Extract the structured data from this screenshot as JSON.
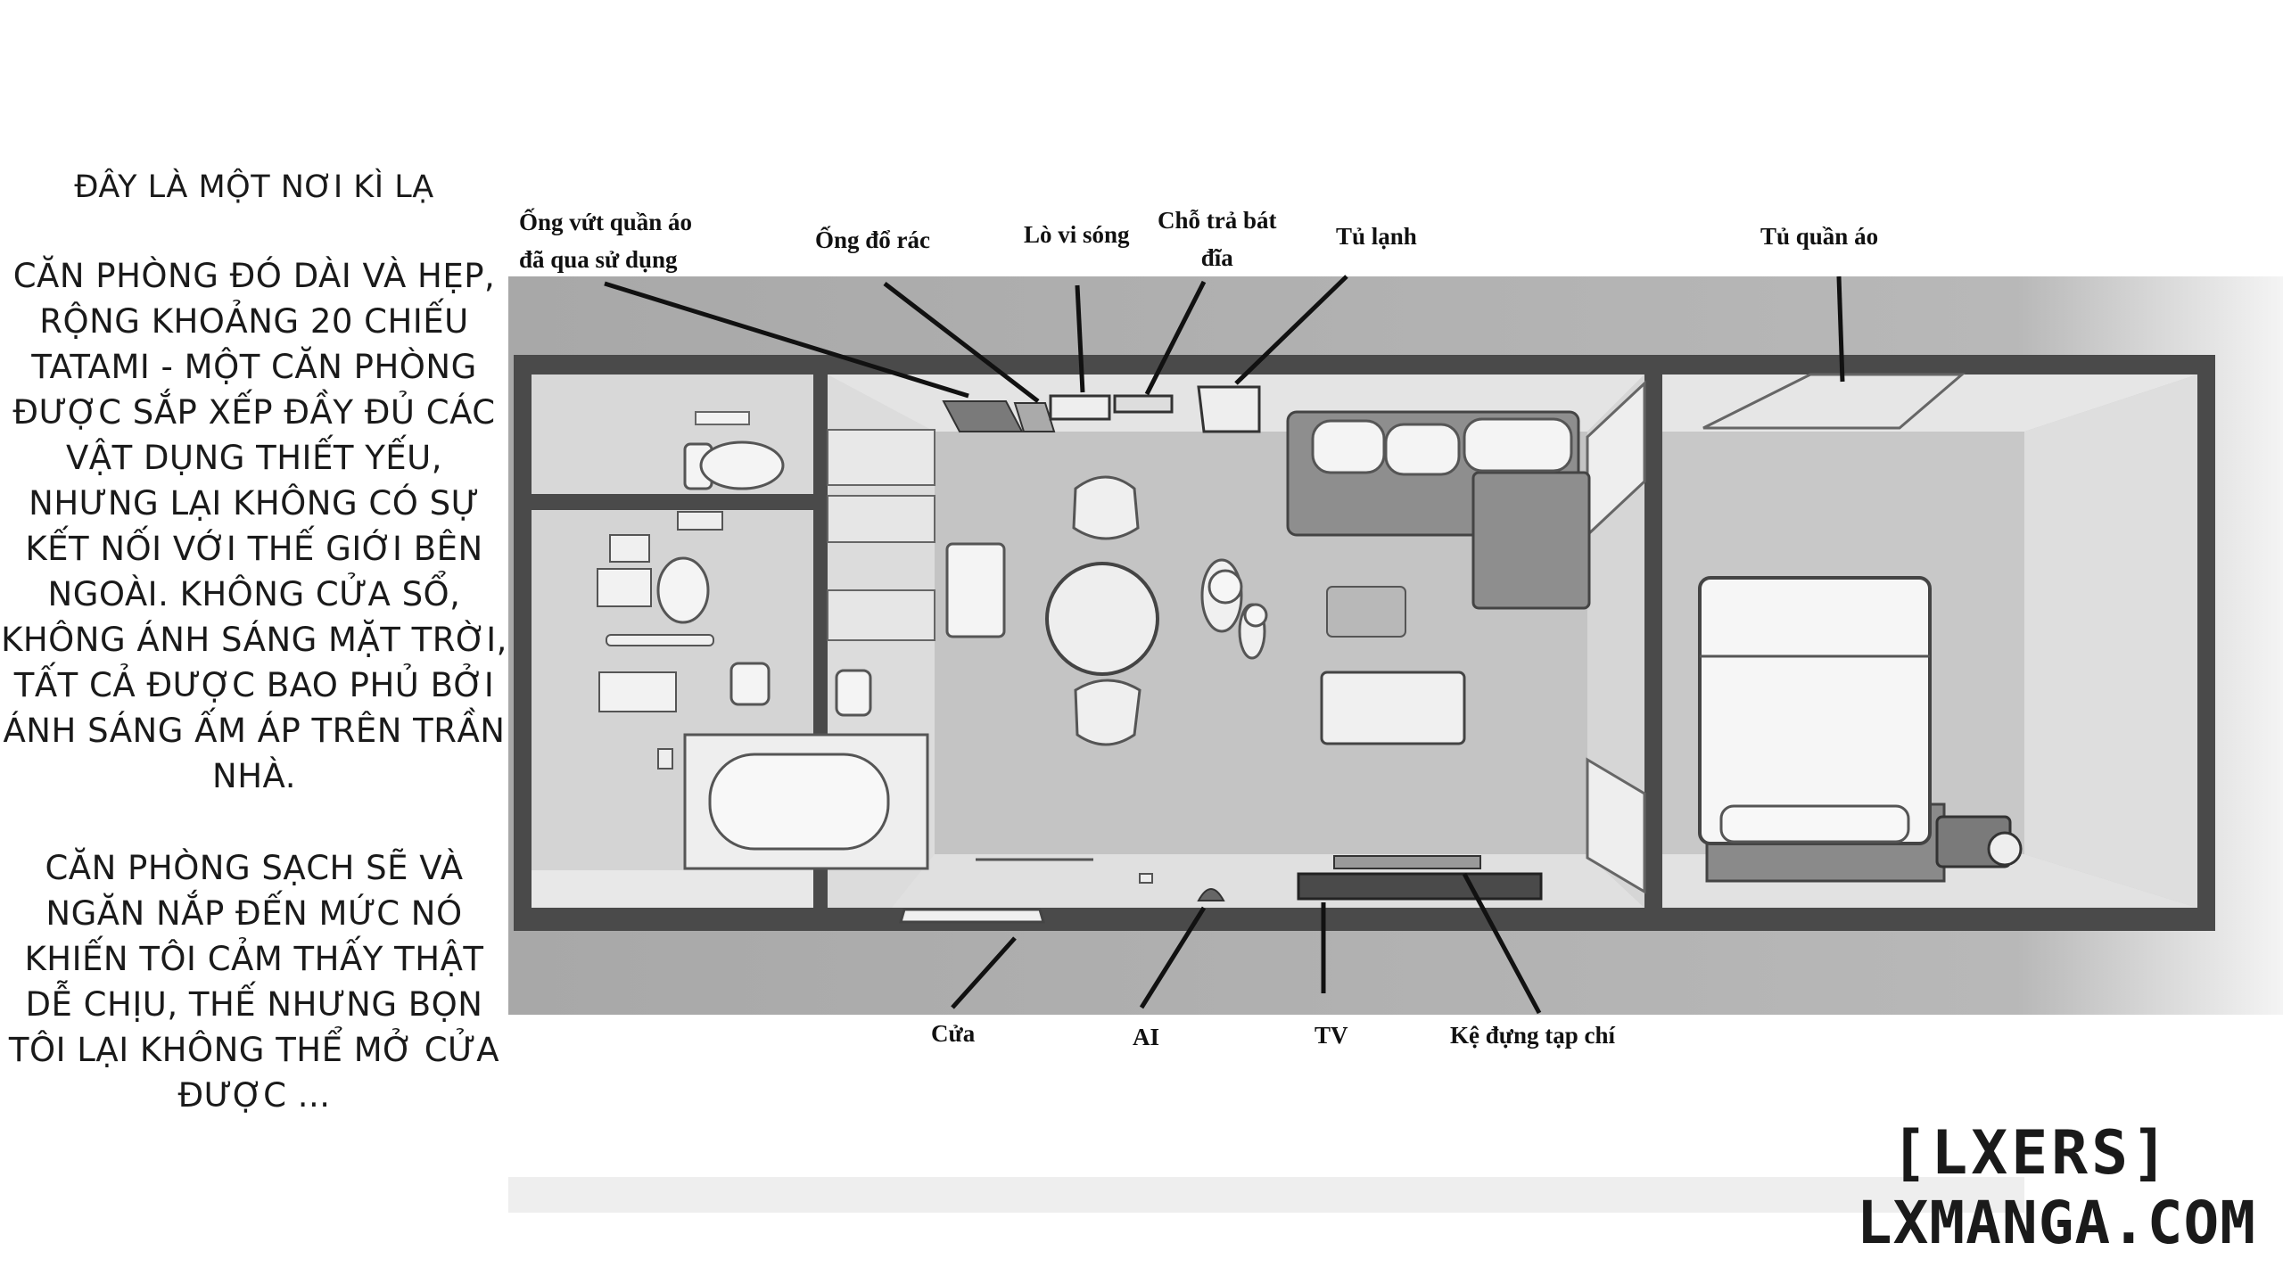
{
  "narration": {
    "title": "Đây là một nơi kì lạ",
    "paragraph1": "Căn phòng đó dài và hẹp, rộng khoảng 20 chiếu tatami - một căn phòng được sắp xếp đầy đủ các vật dụng thiết yếu, nhưng lại không có sự kết nối với thế giới bên ngoài. Không cửa sổ, không ánh sáng mặt trời, tất cả được bao phủ bởi ánh sáng ấm áp trên trần nhà.",
    "paragraph2": "Căn phòng sạch sẽ và ngăn nắp đến mức nó khiến tôi cảm thấy thật dễ chịu, thế nhưng bọn tôi lại không thể mở cửa được ..."
  },
  "labels": {
    "laundry_chute_l1": "Ống vứt quần áo",
    "laundry_chute_l2": "đã qua sử dụng",
    "trash_chute": "Ống đổ rác",
    "microwave": "Lò vi sóng",
    "dish_return_l1": "Chỗ trả bát",
    "dish_return_l2": "đĩa",
    "fridge": "Tủ lạnh",
    "wardrobe": "Tủ quần áo",
    "door": "Cửa",
    "ai": "AI",
    "tv": "TV",
    "magazine_rack": "Kệ đựng tạp chí"
  },
  "watermark": {
    "line1": "[LXERS]",
    "line2": "LXMANGA.COM"
  },
  "colors": {
    "floor": "#c4c4c4",
    "wall": "#4a4a4a",
    "backdrop": "#a6a6a6",
    "furniture": "#ededed",
    "sofa": "#8e8e8e"
  }
}
